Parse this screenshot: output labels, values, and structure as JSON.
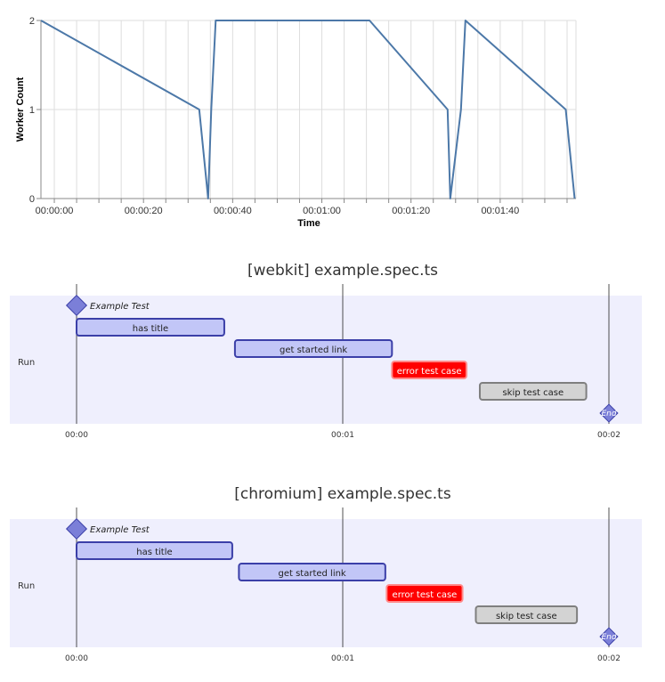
{
  "chart_data": [
    {
      "type": "line",
      "title": "",
      "xlabel": "Time",
      "ylabel": "Worker Count",
      "xlim_seconds": [
        -3,
        117
      ],
      "ylim": [
        0,
        2
      ],
      "x_ticks": [
        "00:00:00",
        "00:00:20",
        "00:00:40",
        "00:01:00",
        "00:01:20",
        "00:01:40"
      ],
      "x_tick_seconds": [
        0,
        20,
        40,
        60,
        80,
        100
      ],
      "y_ticks": [
        0,
        1,
        2
      ],
      "grid": true,
      "color": "#4c78a8",
      "series": [
        {
          "x_seconds": [
            -3,
            32.5,
            34.5,
            35.2,
            36.2,
            70.7,
            88.2,
            88.8,
            91.2,
            92.2,
            114.7,
            116.7
          ],
          "values": [
            2,
            1,
            0,
            1,
            2,
            2,
            1,
            0,
            1,
            2,
            1,
            0
          ]
        }
      ]
    },
    {
      "type": "gantt",
      "title": "[webkit] example.spec.ts",
      "section": "Run",
      "axis_ticks": [
        "00:00",
        "00:01",
        "00:02"
      ],
      "axis_tick_seconds": [
        0,
        1,
        2
      ],
      "range_seconds": [
        -0.25,
        2.12
      ],
      "milestones": [
        {
          "label": "Example Test",
          "time": 0
        },
        {
          "label": "End",
          "time": 2
        }
      ],
      "tasks": [
        {
          "label": "has title",
          "start": 0,
          "end": 0.555,
          "status": "passed"
        },
        {
          "label": "get started link",
          "start": 0.595,
          "end": 1.185,
          "status": "passed"
        },
        {
          "label": "error test case",
          "start": 1.185,
          "end": 1.465,
          "status": "failed"
        },
        {
          "label": "skip test case",
          "start": 1.515,
          "end": 1.915,
          "status": "skipped"
        }
      ]
    },
    {
      "type": "gantt",
      "title": "[chromium] example.spec.ts",
      "section": "Run",
      "axis_ticks": [
        "00:00",
        "00:01",
        "00:02"
      ],
      "axis_tick_seconds": [
        0,
        1,
        2
      ],
      "range_seconds": [
        -0.25,
        2.12
      ],
      "milestones": [
        {
          "label": "Example Test",
          "time": 0
        },
        {
          "label": "End",
          "time": 2
        }
      ],
      "tasks": [
        {
          "label": "has title",
          "start": 0,
          "end": 0.585,
          "status": "passed"
        },
        {
          "label": "get started link",
          "start": 0.61,
          "end": 1.16,
          "status": "passed"
        },
        {
          "label": "error test case",
          "start": 1.165,
          "end": 1.45,
          "status": "failed"
        },
        {
          "label": "skip test case",
          "start": 1.5,
          "end": 1.88,
          "status": "skipped"
        }
      ]
    }
  ],
  "colors": {
    "passed_fill": "#c2c6f7",
    "passed_stroke": "#3b3fa8",
    "failed_fill": "#ff0000",
    "failed_stroke": "#ff8a8a",
    "skipped_fill": "#d3d3d3",
    "skipped_stroke": "#7f7f7f",
    "section_bg": "#efeffd",
    "milestone": "#7b7fd8"
  }
}
